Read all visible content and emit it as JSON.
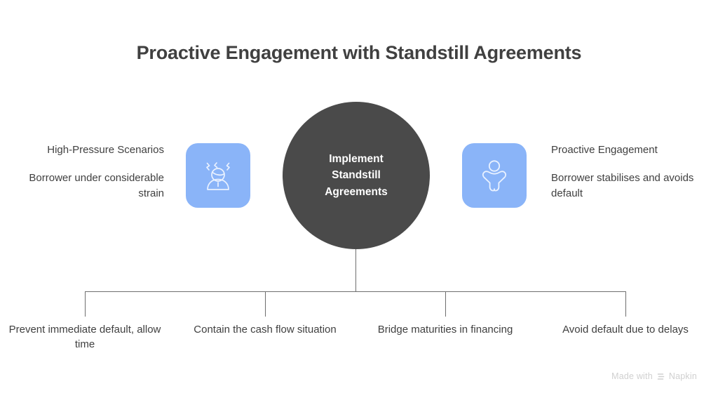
{
  "diagram": {
    "title": "Proactive Engagement with Standstill Agreements",
    "hub": {
      "label": "Implement\nStandstill\nAgreements",
      "fill_color": "#4A4A4A",
      "text_color": "#FFFFFF"
    },
    "tile_color": "#8AB4F8",
    "line_color": "#6E6E6E",
    "text_color": "#404040",
    "sides": [
      {
        "position": "left",
        "icon": "stressed-person-icon",
        "lead": "High-Pressure Scenarios",
        "detail": "Borrower under considerable strain"
      },
      {
        "position": "right",
        "icon": "celebrating-person-icon",
        "lead": "Proactive Engagement",
        "detail": "Borrower stabilises and avoids default"
      }
    ],
    "outcomes": [
      {
        "label": "Prevent immediate default, allow time"
      },
      {
        "label": "Contain the cash flow situation"
      },
      {
        "label": "Bridge maturities in financing"
      },
      {
        "label": "Avoid default due to delays"
      }
    ]
  },
  "watermark": {
    "prefix": "Made with",
    "brand": "Napkin",
    "logo": "napkin-chevrons-icon"
  }
}
